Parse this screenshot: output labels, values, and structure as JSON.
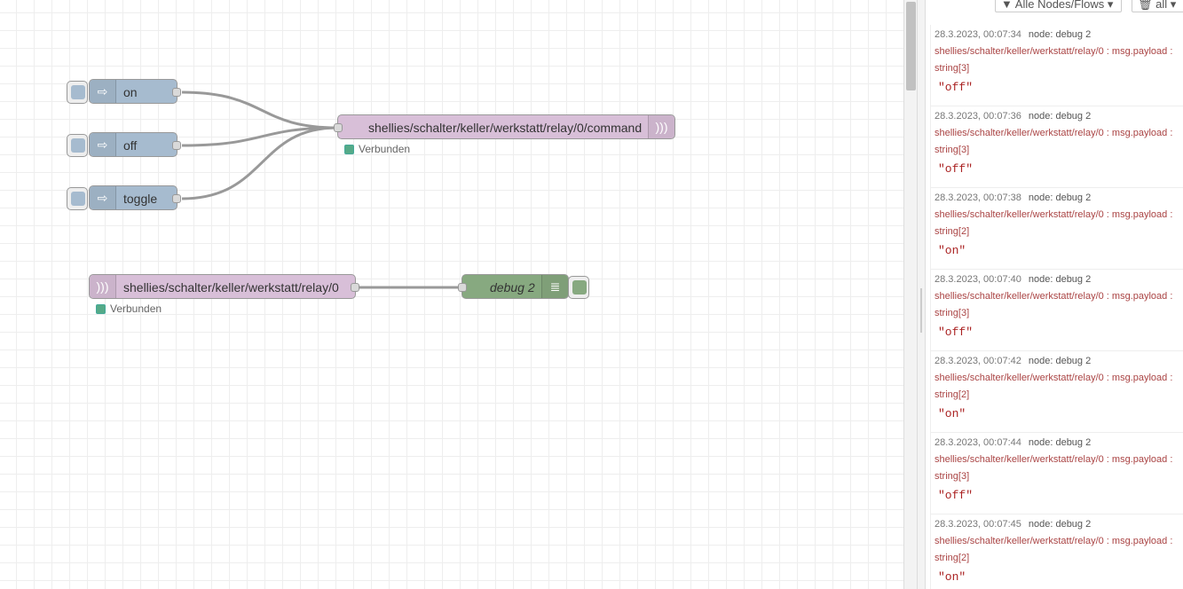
{
  "flow": {
    "inject_nodes": [
      {
        "label": "on"
      },
      {
        "label": "off"
      },
      {
        "label": "toggle"
      }
    ],
    "mqtt_out": {
      "label": "shellies/schalter/keller/werkstatt/relay/0/command",
      "status": "Verbunden"
    },
    "mqtt_in": {
      "label": "shellies/schalter/keller/werkstatt/relay/0",
      "status": "Verbunden"
    },
    "debug_node": {
      "label": "debug 2"
    }
  },
  "sidebar": {
    "filter_label": "Alle Nodes/Flows",
    "clear_label": "all",
    "messages": [
      {
        "time": "28.3.2023, 00:07:34",
        "node": "node: debug 2",
        "topic": "shellies/schalter/keller/werkstatt/relay/0 : msg.payload :",
        "type": "string[3]",
        "value": "\"off\""
      },
      {
        "time": "28.3.2023, 00:07:36",
        "node": "node: debug 2",
        "topic": "shellies/schalter/keller/werkstatt/relay/0 : msg.payload :",
        "type": "string[3]",
        "value": "\"off\""
      },
      {
        "time": "28.3.2023, 00:07:38",
        "node": "node: debug 2",
        "topic": "shellies/schalter/keller/werkstatt/relay/0 : msg.payload :",
        "type": "string[2]",
        "value": "\"on\""
      },
      {
        "time": "28.3.2023, 00:07:40",
        "node": "node: debug 2",
        "topic": "shellies/schalter/keller/werkstatt/relay/0 : msg.payload :",
        "type": "string[3]",
        "value": "\"off\""
      },
      {
        "time": "28.3.2023, 00:07:42",
        "node": "node: debug 2",
        "topic": "shellies/schalter/keller/werkstatt/relay/0 : msg.payload :",
        "type": "string[2]",
        "value": "\"on\""
      },
      {
        "time": "28.3.2023, 00:07:44",
        "node": "node: debug 2",
        "topic": "shellies/schalter/keller/werkstatt/relay/0 : msg.payload :",
        "type": "string[3]",
        "value": "\"off\""
      },
      {
        "time": "28.3.2023, 00:07:45",
        "node": "node: debug 2",
        "topic": "shellies/schalter/keller/werkstatt/relay/0 : msg.payload :",
        "type": "string[2]",
        "value": "\"on\""
      }
    ]
  },
  "colors": {
    "inject": "#a6bbcf",
    "mqtt": "#d8bfd8",
    "debug": "#87a980",
    "status_connected": "#55aa88"
  }
}
